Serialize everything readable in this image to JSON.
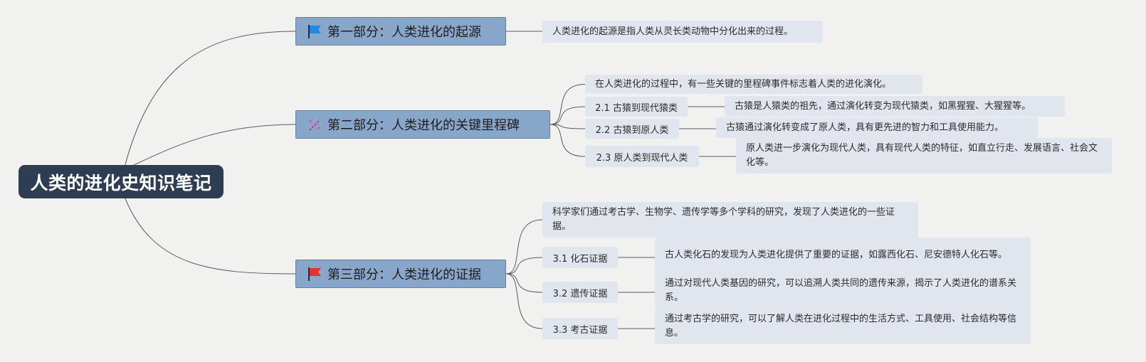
{
  "mindmap": {
    "root": {
      "label": "人类的进化史知识笔记"
    },
    "sections": [
      {
        "label": "第一部分：人类进化的起源",
        "icon": "blue-flag-icon",
        "icon_color": "#1f8be0",
        "intro": "人类进化的起源是指人类从灵长类动物中分化出来的过程。",
        "items": []
      },
      {
        "label": "第二部分：人类进化的关键里程碑",
        "icon": "confetti-sparkle-icon",
        "icon_color": "#d63384",
        "intro": "在人类进化的过程中，有一些关键的里程碑事件标志着人类的进化演化。",
        "items": [
          {
            "label": "2.1 古猿到现代猿类",
            "detail": "古猿是人猿类的祖先，通过演化转变为现代猿类，如黑猩猩、大猩猩等。"
          },
          {
            "label": "2.2 古猿到原人类",
            "detail": "古猿通过演化转变成了原人类，具有更先进的智力和工具使用能力。"
          },
          {
            "label": "2.3 原人类到现代人类",
            "detail": "原人类进一步演化为现代人类，具有现代人类的特征，如直立行走、发展语言、社会文化等。"
          }
        ]
      },
      {
        "label": "第三部分：人类进化的证据",
        "icon": "red-flag-icon",
        "icon_color": "#e8302a",
        "intro": "科学家们通过考古学、生物学、遗传学等多个学科的研究，发现了人类进化的一些证据。",
        "items": [
          {
            "label": "3.1 化石证据",
            "detail": "古人类化石的发现为人类进化提供了重要的证据，如露西化石、尼安德特人化石等。"
          },
          {
            "label": "3.2 遗传证据",
            "detail": "通过对现代人类基因的研究，可以追溯人类共同的遗传来源，揭示了人类进化的谱系关系。"
          },
          {
            "label": "3.3 考古证据",
            "detail": "通过考古学的研究，可以了解人类在进化过程中的生活方式、工具使用、社会结构等信息。"
          }
        ]
      }
    ]
  }
}
